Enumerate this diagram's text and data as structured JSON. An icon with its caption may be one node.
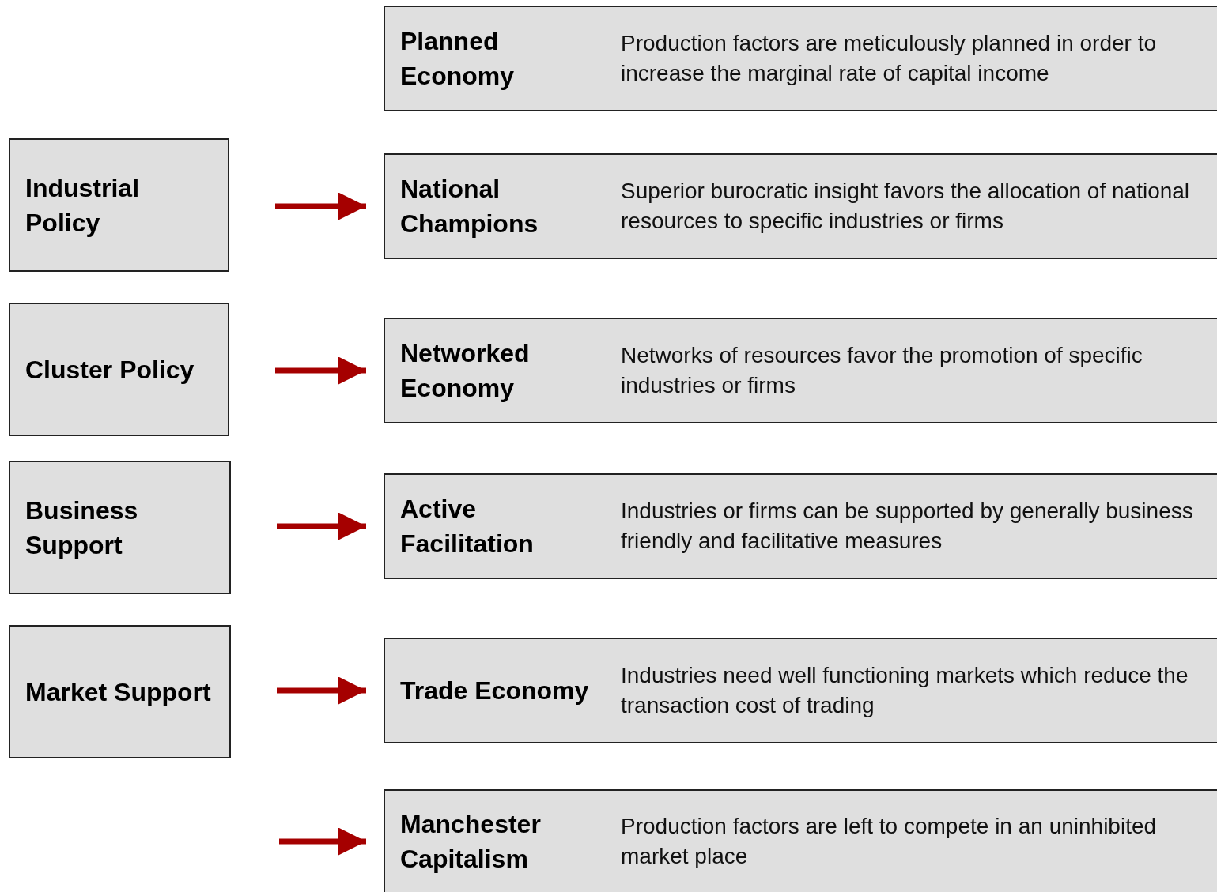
{
  "diagram": {
    "nodes": [
      {
        "text": [
          "Planned Economy",
          "Production factors are meticulously planned in order to increase the marginal rate of capital income"
        ]
      },
      {
        "text": [
          "Industrial Policy"
        ]
      },
      {
        "text": [
          "National Champions",
          "Superior burocratic insight favors the allocation of national resources to specific industries or firms"
        ]
      },
      {
        "text": [
          "Cluster Policy"
        ]
      },
      {
        "text": [
          "Networked Economy",
          "Networks of resources favor the promotion of specific industries or firms"
        ]
      },
      {
        "text": [
          "Business Support"
        ]
      },
      {
        "text": [
          "Active Facilitation",
          "Industries or firms can be supported by generally business friendly and facilitative measures"
        ]
      },
      {
        "text": [
          "Market Support"
        ]
      },
      {
        "text": [
          "Trade Economy",
          "Industries need well functioning markets which reduce the transaction cost of trading"
        ]
      },
      {
        "text": [
          "Manchester Capitalism",
          "Production factors are left to compete in an uninhibited market place"
        ]
      }
    ],
    "edges": [
      {
        "from": 1,
        "to": 2,
        "arrow": "to"
      },
      {
        "from": 3,
        "to": 4,
        "arrow": "to"
      },
      {
        "from": 5,
        "to": 6,
        "arrow": "to"
      },
      {
        "from": 7,
        "to": 8,
        "arrow": "to"
      },
      {
        "from": null,
        "to": 9,
        "arrow": "to"
      }
    ]
  }
}
